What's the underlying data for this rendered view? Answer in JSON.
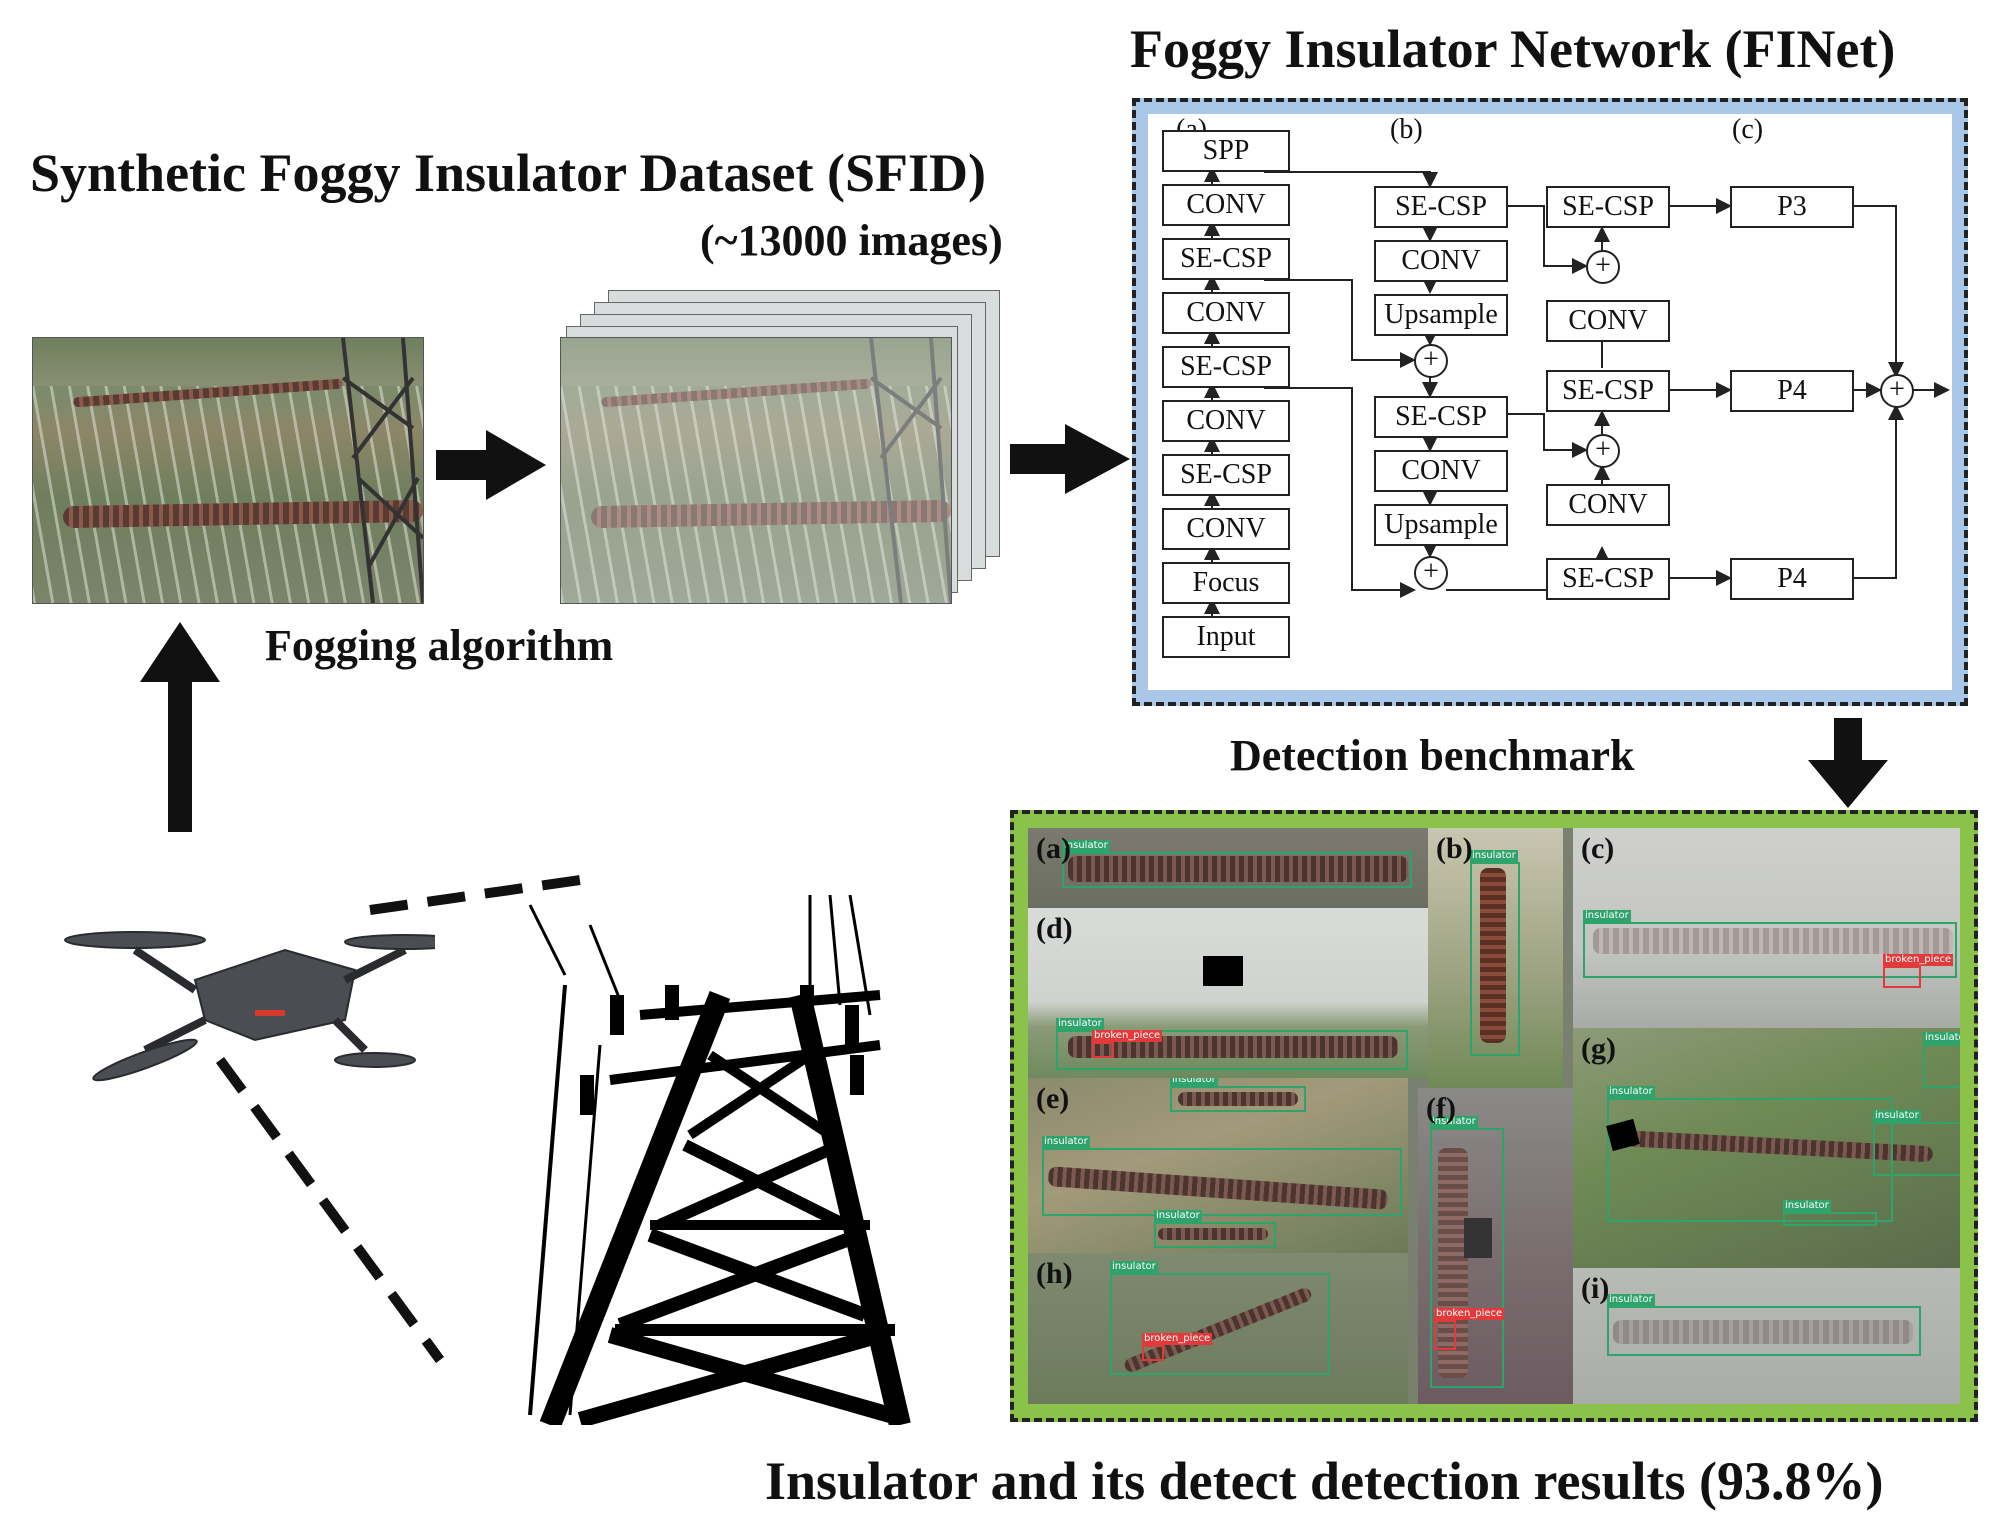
{
  "titles": {
    "finet": "Foggy Insulator Network (FINet)",
    "sfid": "Synthetic Foggy Insulator Dataset (SFID)",
    "count": "(~13000 images)",
    "fogging": "Fogging algorithm",
    "benchmark": "Detection benchmark",
    "results": "Insulator and its detect detection results (93.8%)"
  },
  "network": {
    "sections": [
      "(a)",
      "(b)",
      "(c)"
    ],
    "backbone": [
      "SPP",
      "CONV",
      "SE-CSP",
      "CONV",
      "SE-CSP",
      "CONV",
      "SE-CSP",
      "CONV",
      "Focus",
      "Input"
    ],
    "neck": [
      "SE-CSP",
      "CONV",
      "Upsample",
      "SE-CSP",
      "CONV",
      "Upsample"
    ],
    "pan": [
      "SE-CSP",
      "CONV",
      "SE-CSP",
      "CONV",
      "SE-CSP"
    ],
    "heads": [
      "P3",
      "P4",
      "P4"
    ],
    "plus": "+"
  },
  "results": {
    "panels": [
      "(a)",
      "(b)",
      "(c)",
      "(d)",
      "(e)",
      "(f)",
      "(g)",
      "(h)",
      "(i)"
    ],
    "labels": {
      "insulator": "insulator",
      "broken": "broken_piece"
    }
  },
  "colors": {
    "finet_border_fill": "#a9c8e8",
    "results_border_fill": "#8bc34a",
    "box_green": "#2ea36b",
    "box_red": "#e23a3a"
  }
}
